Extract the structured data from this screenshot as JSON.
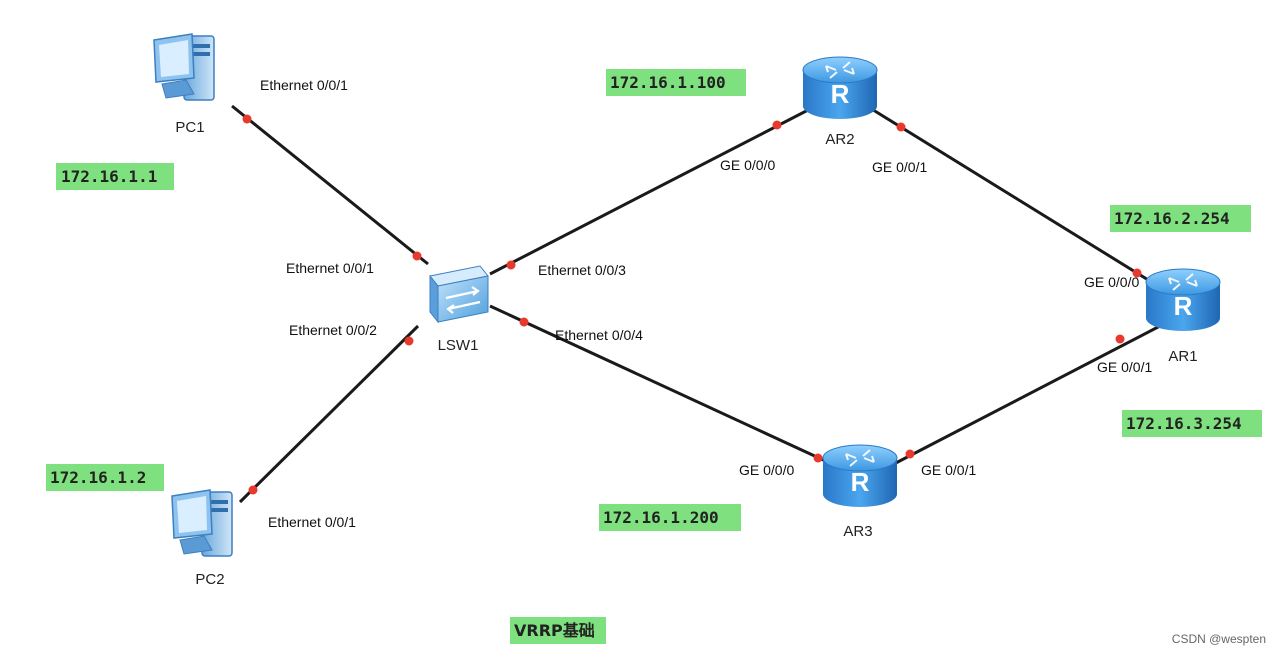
{
  "nodes": {
    "pc1": "PC1",
    "pc2": "PC2",
    "lsw1": "LSW1",
    "ar1": "AR1",
    "ar2": "AR2",
    "ar3": "AR3"
  },
  "ports": {
    "pc1_eth": "Ethernet 0/0/1",
    "pc2_eth": "Ethernet 0/0/1",
    "lsw1_eth1": "Ethernet 0/0/1",
    "lsw1_eth2": "Ethernet 0/0/2",
    "lsw1_eth3": "Ethernet 0/0/3",
    "lsw1_eth4": "Ethernet 0/0/4",
    "ar2_ge000": "GE 0/0/0",
    "ar2_ge001": "GE 0/0/1",
    "ar1_ge000": "GE 0/0/0",
    "ar1_ge001": "GE 0/0/1",
    "ar3_ge000": "GE 0/0/0",
    "ar3_ge001": "GE 0/0/1"
  },
  "ips": {
    "pc1": "172.16.1.1",
    "pc2": "172.16.1.2",
    "ar2": "172.16.1.100",
    "ar3": "172.16.1.200",
    "ar1_up": "172.16.2.254",
    "ar1_down": "172.16.3.254"
  },
  "title": "VRRP基础",
  "watermark": "CSDN @wespten",
  "colors": {
    "ip_highlight": "#7fe07f",
    "port_dot": "#e8392e",
    "router_blue": "#2f86d6",
    "link": "#1a1a1a"
  },
  "icons": {
    "pc": "pc-icon",
    "switch": "switch-icon",
    "router": "router-icon"
  }
}
